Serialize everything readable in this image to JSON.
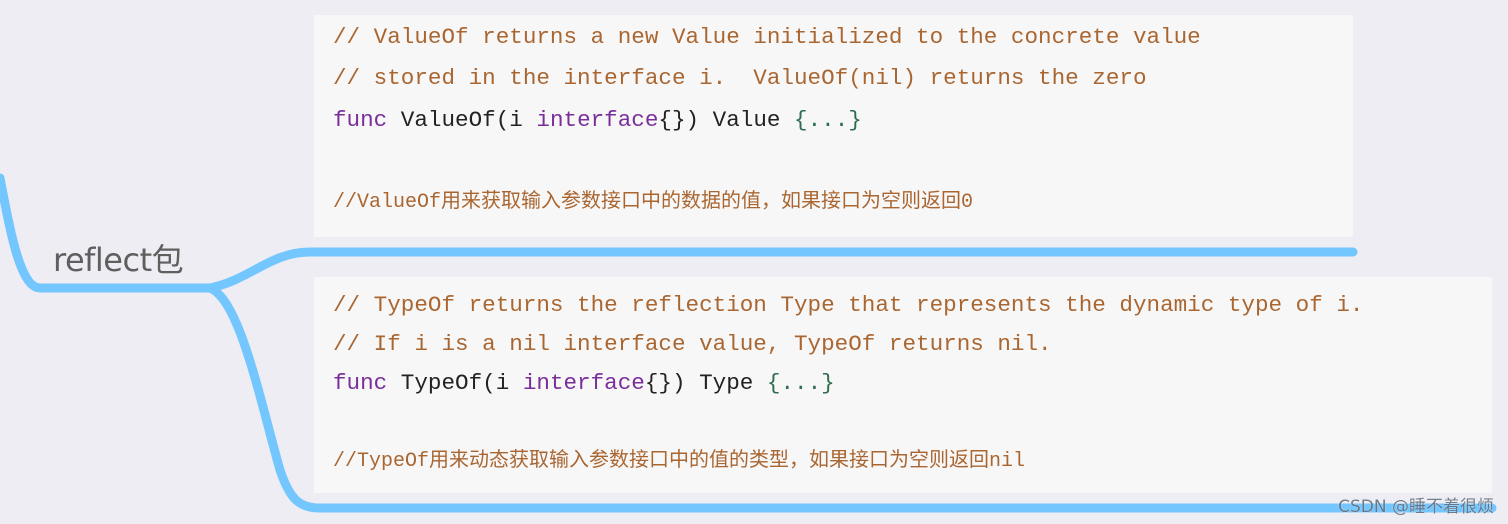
{
  "colors": {
    "background": "#eeedf3",
    "connector": "#74c6ff",
    "card_background": "#f7f7f8",
    "comment": "#aa6630",
    "keyword": "#7a2e9a",
    "identifier": "#222222",
    "ellipsis": "#2e6e4f",
    "node_text": "#5f5f5f"
  },
  "mindmap": {
    "node": {
      "label": "reflect包"
    },
    "branches": [
      {
        "lines": [
          {
            "type": "comment",
            "text": "// ValueOf returns a new Value initialized to the concrete value"
          },
          {
            "type": "comment",
            "text": "// stored in the interface i.  ValueOf(nil) returns the zero"
          },
          {
            "type": "code",
            "tokens": {
              "kw_func": "func",
              "name": " ValueOf(i ",
              "kw_interface": "interface",
              "sig_rest": "{}) Value ",
              "body": "{...}"
            }
          },
          {
            "type": "comment_cn",
            "text": "//ValueOf用来获取输入参数接口中的数据的值，如果接口为空则返回0"
          }
        ]
      },
      {
        "lines": [
          {
            "type": "comment",
            "text": "// TypeOf returns the reflection Type that represents the dynamic type of i."
          },
          {
            "type": "comment",
            "text": "// If i is a nil interface value, TypeOf returns nil."
          },
          {
            "type": "code",
            "tokens": {
              "kw_func": "func",
              "name": " TypeOf(i ",
              "kw_interface": "interface",
              "sig_rest": "{}) Type ",
              "body": "{...}"
            }
          },
          {
            "type": "comment_cn",
            "text": "//TypeOf用来动态获取输入参数接口中的值的类型，如果接口为空则返回nil"
          }
        ]
      }
    ]
  },
  "watermark": {
    "text": "CSDN @睡不着很烦"
  }
}
